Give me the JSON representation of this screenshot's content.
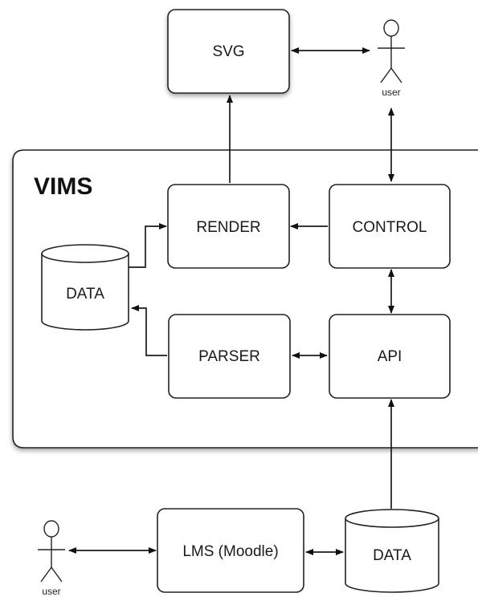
{
  "system": {
    "title": "VIMS"
  },
  "nodes": {
    "svg": "SVG",
    "render": "RENDER",
    "control": "CONTROL",
    "parser": "PARSER",
    "api": "API",
    "data_internal": "DATA",
    "lms": "LMS (Moodle)",
    "data_external": "DATA"
  },
  "actors": {
    "top_user": "user",
    "bottom_user": "user"
  },
  "edges": [
    {
      "from": "render",
      "to": "svg",
      "direction": "forward"
    },
    {
      "from": "svg",
      "to": "top_user",
      "direction": "both"
    },
    {
      "from": "top_user",
      "to": "control",
      "direction": "both"
    },
    {
      "from": "control",
      "to": "render",
      "direction": "forward"
    },
    {
      "from": "data_internal",
      "to": "render",
      "direction": "forward"
    },
    {
      "from": "parser",
      "to": "data_internal",
      "direction": "forward"
    },
    {
      "from": "control",
      "to": "api",
      "direction": "both"
    },
    {
      "from": "parser",
      "to": "api",
      "direction": "both"
    },
    {
      "from": "data_external",
      "to": "api",
      "direction": "forward"
    },
    {
      "from": "bottom_user",
      "to": "lms",
      "direction": "both"
    },
    {
      "from": "lms",
      "to": "data_external",
      "direction": "both"
    }
  ],
  "colors": {
    "stroke": "#222222",
    "background": "#ffffff",
    "shadow": "#9a9a9a"
  }
}
